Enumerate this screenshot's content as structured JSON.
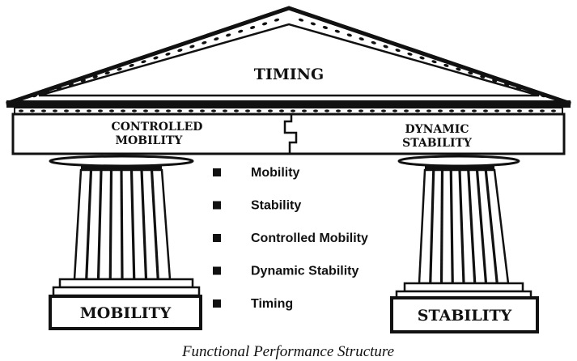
{
  "pediment": {
    "label": "TIMING"
  },
  "beam": {
    "left_label_line1": "CONTROLLED",
    "left_label_line2": "MOBILITY",
    "right_label_line1": "DYNAMIC",
    "right_label_line2": "STABILITY"
  },
  "columns": {
    "left_base_label": "MOBILITY",
    "right_base_label": "STABILITY"
  },
  "bullets": [
    "Mobility",
    "Stability",
    "Controlled Mobility",
    "Dynamic Stability",
    "Timing"
  ],
  "caption": "Functional Performance Structure",
  "colors": {
    "ink": "#111111",
    "paper": "#ffffff"
  }
}
